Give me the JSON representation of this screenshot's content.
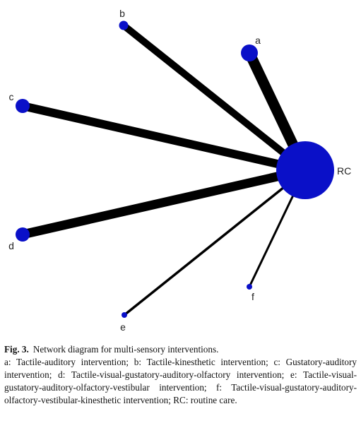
{
  "diagram": {
    "colors": {
      "node": "#0a10c8",
      "edge": "#000000",
      "label": "#222222"
    },
    "nodes": [
      {
        "id": "RC",
        "label": "RC"
      },
      {
        "id": "a",
        "label": "a"
      },
      {
        "id": "b",
        "label": "b"
      },
      {
        "id": "c",
        "label": "c"
      },
      {
        "id": "d",
        "label": "d"
      },
      {
        "id": "e",
        "label": "e"
      },
      {
        "id": "f",
        "label": "f"
      }
    ],
    "edges": [
      {
        "from": "a",
        "to": "RC"
      },
      {
        "from": "b",
        "to": "RC"
      },
      {
        "from": "c",
        "to": "RC"
      },
      {
        "from": "d",
        "to": "RC"
      },
      {
        "from": "e",
        "to": "RC"
      },
      {
        "from": "f",
        "to": "RC"
      }
    ]
  },
  "caption": {
    "fig_number": "Fig. 3.",
    "fig_title": "Network diagram for multi-sensory interventions.",
    "legend": "a: Tactile-auditory intervention; b: Tactile-kinesthetic intervention; c: Gustatory-auditory intervention; d: Tactile-visual-gustatory-auditory-olfactory intervention; e: Tactile-visual-gustatory-auditory-olfactory-vestibular intervention; f: Tactile-visual-gustatory-auditory-olfactory-vestibular-kinesthetic intervention; RC: routine care."
  }
}
